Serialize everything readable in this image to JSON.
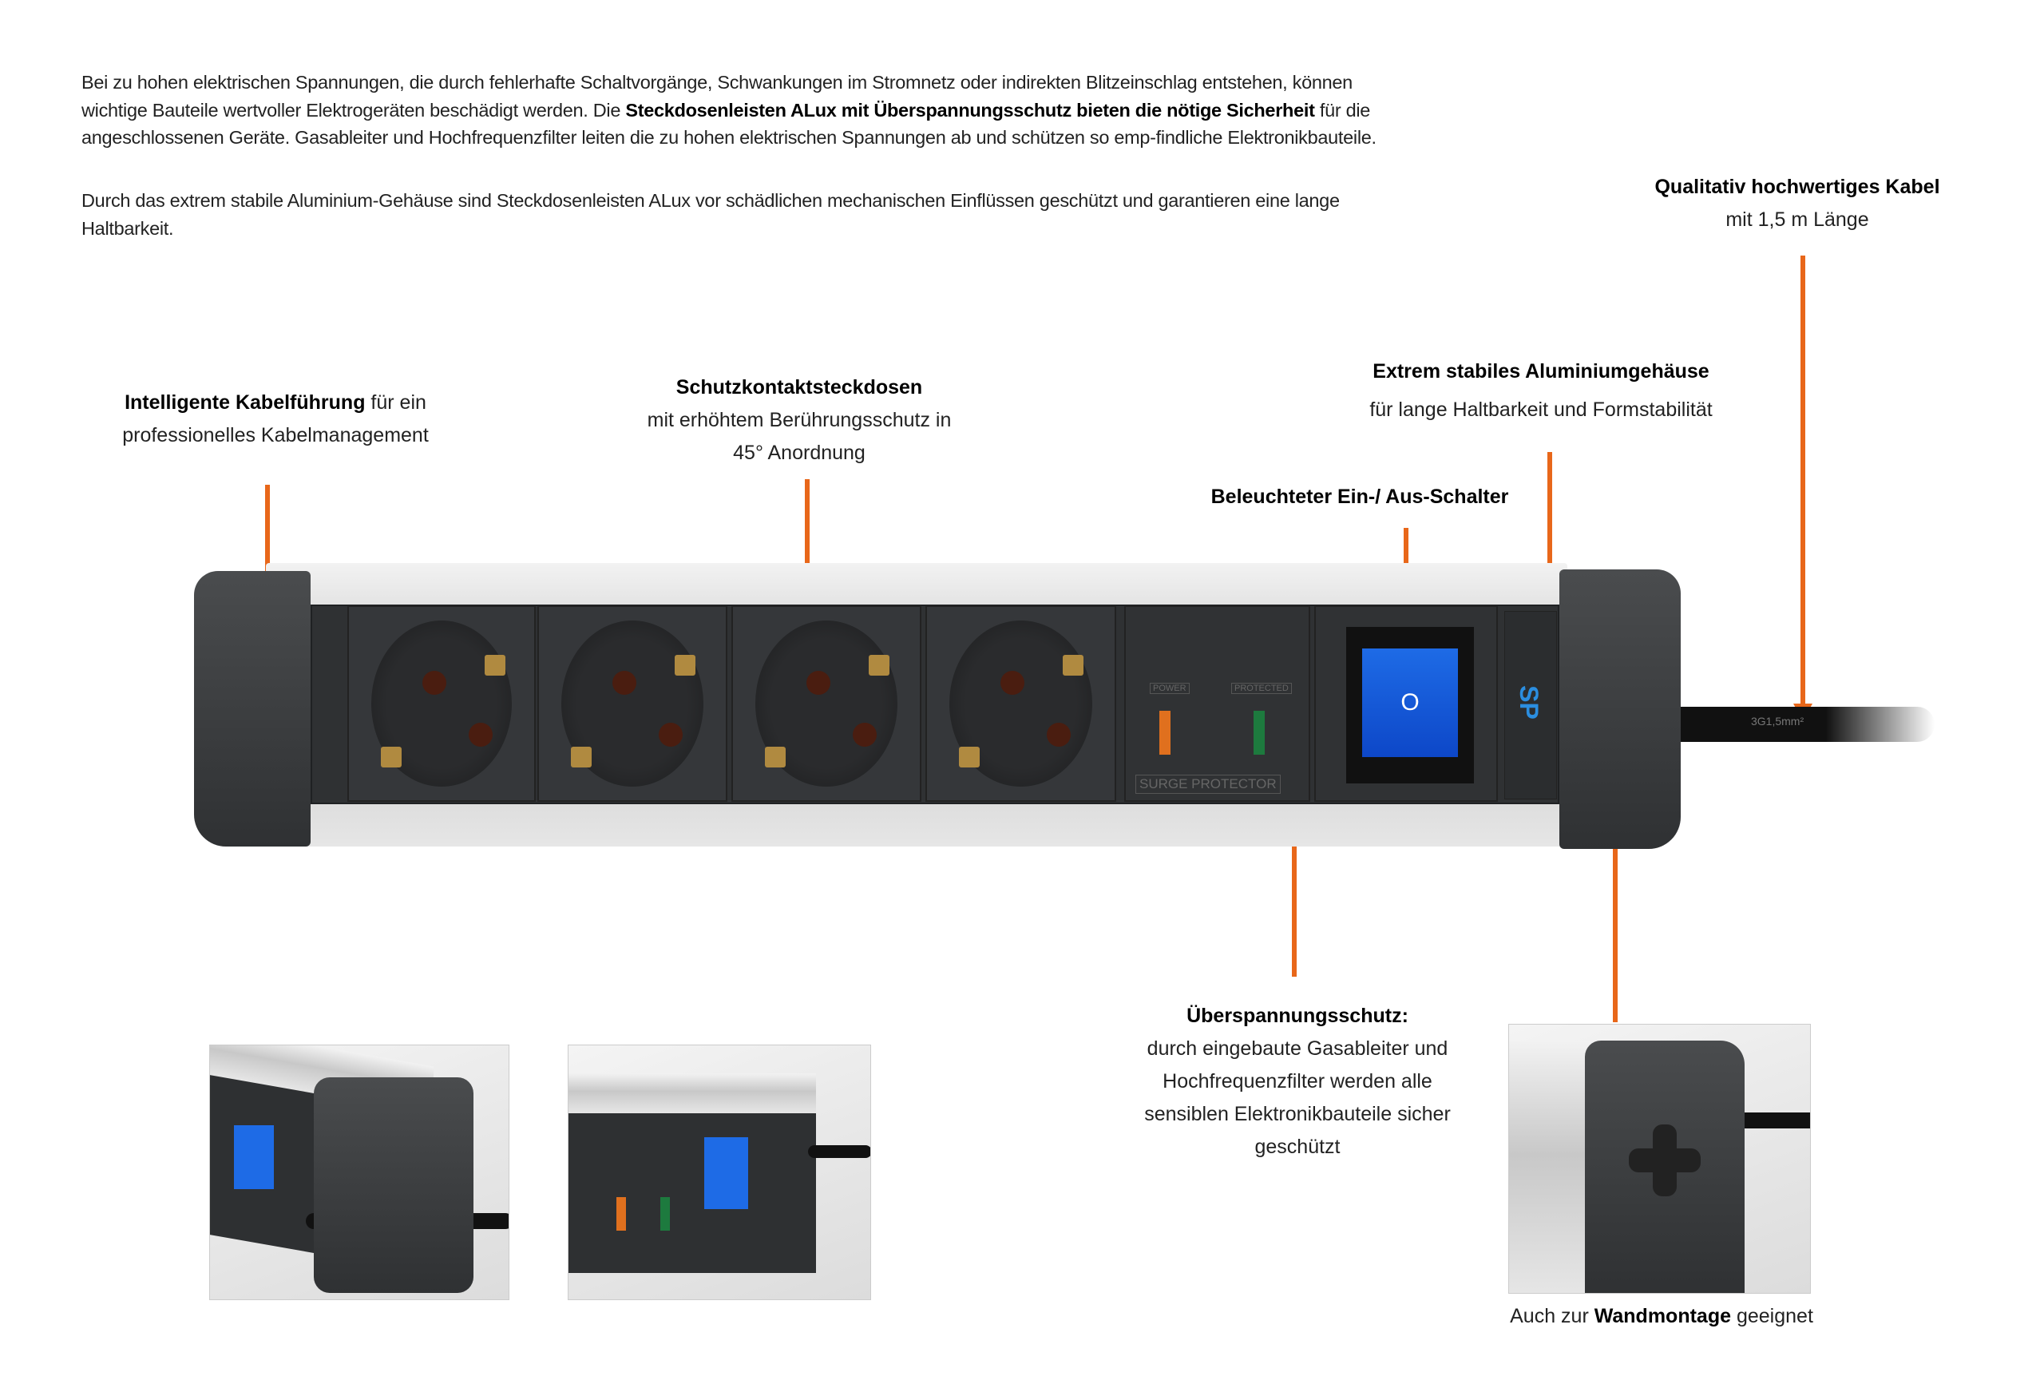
{
  "intro": {
    "p1_a": "Bei zu hohen elektrischen Spannungen, die durch fehlerhafte Schaltvorgänge, Schwankungen im Stromnetz oder indirekten Blitzeinschlag entstehen, können wichtige Bauteile wertvoller Elektrogeräten beschädigt werden. Die ",
    "p1_bold": "Steckdosenleisten ALux mit Überspannungsschutz bieten die nötige Sicherheit",
    "p1_b": " für die angeschlossenen Geräte. Gasableiter und Hochfrequenzfilter leiten die zu hohen elektrischen Spannungen ab und schützen so emp-findliche Elektronikbauteile.",
    "p2": "Durch das extrem stabile Aluminium-Gehäuse sind Steckdosenleisten ALux vor schädlichen mechanischen Einflüssen geschützt und garantieren eine lange Haltbarkeit."
  },
  "callouts": {
    "cable": {
      "title": "Qualitativ hochwertiges Kabel",
      "text": "mit 1,5 m Länge"
    },
    "cable_mgmt": {
      "title": "Intelligente Kabelführung",
      "text1": " für ein",
      "text2": "professionelles Kabelmanagement"
    },
    "sockets": {
      "title": "Schutzkontaktsteckdosen",
      "text1": "mit erhöhtem Berührungsschutz in",
      "text2": "45° Anordnung"
    },
    "housing": {
      "title": "Extrem stabiles Aluminiumgehäuse",
      "text": "für lange Haltbarkeit und Formstabilität"
    },
    "switch": {
      "title": "Beleuchteter Ein-/ Aus-Schalter"
    },
    "surge": {
      "title": "Überspannungsschutz:",
      "lines": [
        "durch eingebaute Gasableiter und",
        "Hochfrequenzfilter werden alle",
        "sensiblen Elektronikbauteile sicher",
        "geschützt"
      ]
    },
    "wall": {
      "pre": "Auch zur ",
      "bold": "Wandmontage",
      "post": " geeignet"
    }
  },
  "product": {
    "power_label": "POWER",
    "protected_label": "PROTECTED",
    "surge_label": "SURGE PROTECTOR",
    "switch_symbol": "O",
    "logo": "SP",
    "cable_print": "3G1,5mm²"
  },
  "colors": {
    "accent": "#e8671a",
    "switch": "#1e6be6"
  }
}
